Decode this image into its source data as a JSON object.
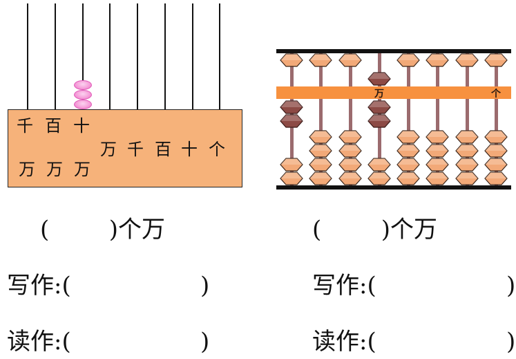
{
  "left_abacus": {
    "type": "counting-frame",
    "rod_count": 8,
    "place_labels": {
      "top_row": [
        "千",
        "百",
        "十"
      ],
      "bottom_row": [
        "万",
        "万",
        "万"
      ],
      "right_row": [
        "万",
        "千",
        "百",
        "十",
        "个"
      ]
    },
    "bead_rod_index": 2,
    "bead_count": 3,
    "bead_color": "#f59bd8",
    "box_color": "#f6b27a"
  },
  "right_abacus": {
    "type": "suanpan",
    "rod_count": 8,
    "band_labels": {
      "wan": "万",
      "ge": "个"
    },
    "band_color": "#f7913f",
    "bead_color_idle": "#f2a978",
    "bead_color_active": "#8c3f3f",
    "upper_beads_moved_down": [
      false,
      false,
      false,
      true,
      false,
      false,
      false,
      false
    ],
    "lower_beads_moved_up": [
      2,
      0,
      0,
      2,
      0,
      0,
      0,
      0
    ]
  },
  "questions": {
    "left": {
      "count_line": "(        )个万",
      "write_label": "写作:(",
      "write_close": ")",
      "read_label": "读作:(",
      "read_close": ")"
    },
    "right": {
      "count_line": "(        )个万",
      "write_label": "写作:(",
      "write_close": ")",
      "read_label": "读作:(",
      "read_close": ")"
    }
  }
}
